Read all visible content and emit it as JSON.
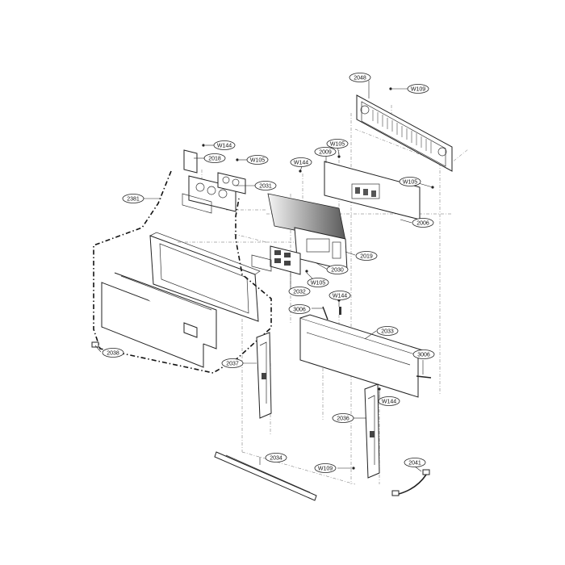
{
  "callouts": [
    {
      "id": "2048",
      "label": "2048"
    },
    {
      "id": "w109-top",
      "label": "W109"
    },
    {
      "id": "w144-a",
      "label": "W144"
    },
    {
      "id": "2018",
      "label": "2018"
    },
    {
      "id": "w105-a",
      "label": "W105"
    },
    {
      "id": "w105-b",
      "label": "W105"
    },
    {
      "id": "w144-b",
      "label": "W144"
    },
    {
      "id": "2009",
      "label": "2009"
    },
    {
      "id": "2031",
      "label": "2031"
    },
    {
      "id": "w105-c",
      "label": "W105"
    },
    {
      "id": "2381",
      "label": "2381"
    },
    {
      "id": "2006",
      "label": "2006"
    },
    {
      "id": "2019",
      "label": "2019"
    },
    {
      "id": "2030",
      "label": "2030"
    },
    {
      "id": "w105-d",
      "label": "W105"
    },
    {
      "id": "2032",
      "label": "2032"
    },
    {
      "id": "w144-c",
      "label": "W144"
    },
    {
      "id": "3006-a",
      "label": "3006"
    },
    {
      "id": "2033",
      "label": "2033"
    },
    {
      "id": "3006-b",
      "label": "3006"
    },
    {
      "id": "2038",
      "label": "2038"
    },
    {
      "id": "2037",
      "label": "2037"
    },
    {
      "id": "w144-d",
      "label": "W144"
    },
    {
      "id": "2036",
      "label": "2036"
    },
    {
      "id": "2034",
      "label": "2034"
    },
    {
      "id": "w109-bottom",
      "label": "W109"
    },
    {
      "id": "2041",
      "label": "2041"
    }
  ]
}
